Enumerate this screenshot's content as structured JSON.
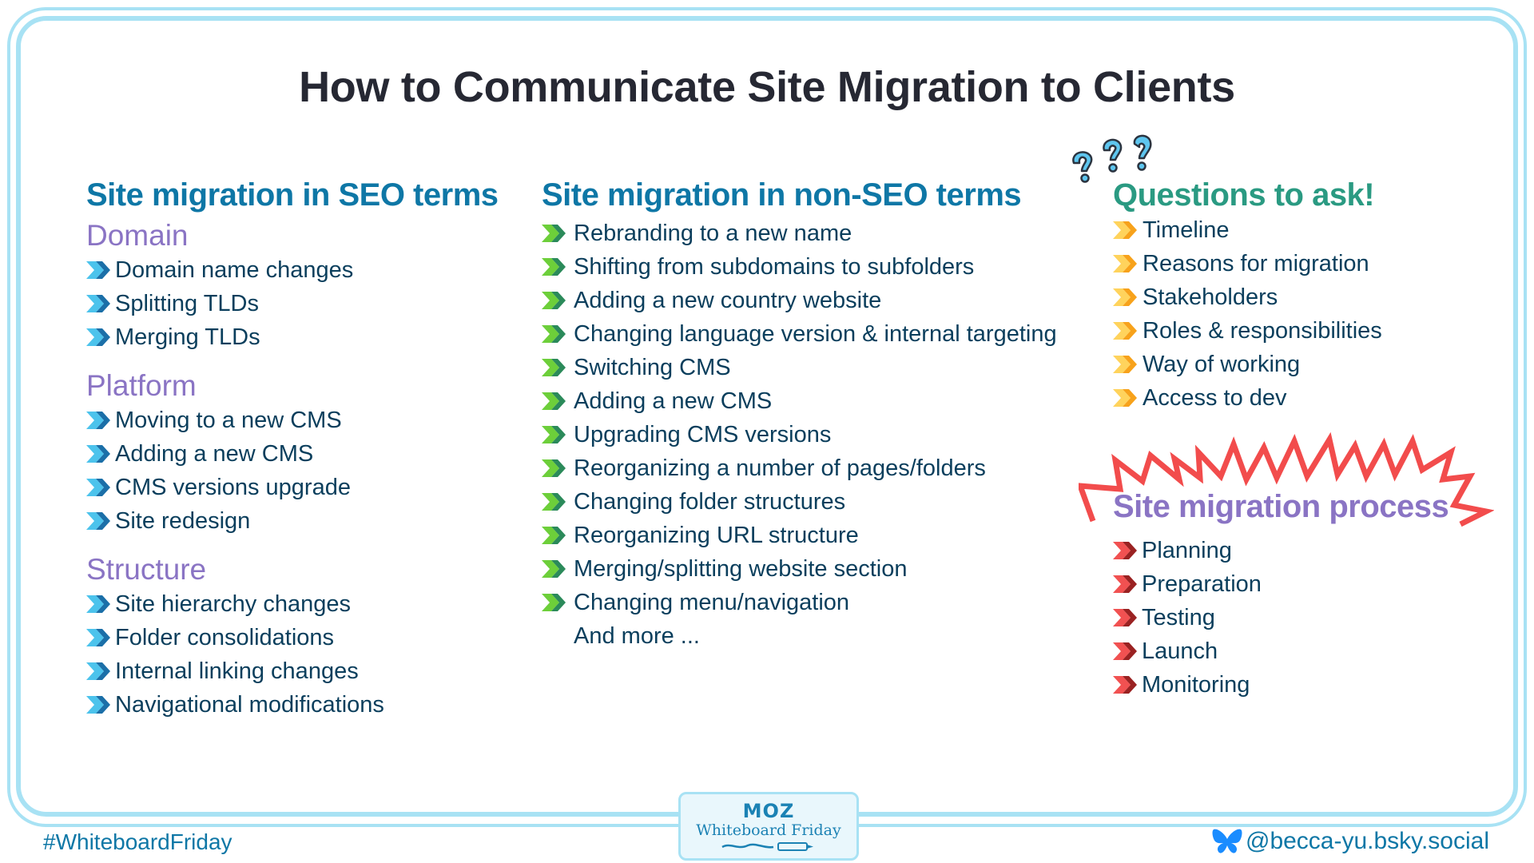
{
  "title": "How to Communicate Site Migration to Clients",
  "colors": {
    "frame": "#a8e2f4",
    "title": "#262833",
    "heading_blue": "#0e77a6",
    "heading_green": "#2a9a82",
    "subhead_purple": "#8a74c4",
    "item_text": "#0a3e5c",
    "chevron_blue": [
      "#4cc3ec",
      "#1b6fa8"
    ],
    "chevron_green": [
      "#6dcf3a",
      "#2b8a5a"
    ],
    "chevron_yellow": [
      "#ffd35c",
      "#f7a21b"
    ],
    "chevron_red": [
      "#f15151",
      "#9a2222"
    ],
    "burst_red": "#f24c4c"
  },
  "seo_terms": {
    "heading": "Site migration in SEO terms",
    "groups": [
      {
        "label": "Domain",
        "items": [
          "Domain name changes",
          "Splitting TLDs",
          "Merging TLDs"
        ]
      },
      {
        "label": "Platform",
        "items": [
          "Moving to a new CMS",
          "Adding a new CMS",
          "CMS versions upgrade",
          "Site redesign"
        ]
      },
      {
        "label": "Structure",
        "items": [
          "Site hierarchy changes",
          "Folder consolidations",
          "Internal linking changes",
          "Navigational modifications"
        ]
      }
    ]
  },
  "non_seo_terms": {
    "heading": "Site migration in non-SEO terms",
    "items": [
      "Rebranding to a new name",
      "Shifting from subdomains to subfolders",
      "Adding a new country website",
      "Changing language version & internal targeting",
      "Switching CMS",
      "Adding a new CMS",
      "Upgrading CMS versions",
      "Reorganizing a number of pages/folders",
      "Changing folder structures",
      "Reorganizing URL structure",
      "Merging/splitting website section",
      "Changing menu/navigation"
    ],
    "more": "And more ..."
  },
  "questions": {
    "heading": "Questions to ask!",
    "icon": "question-marks-icon",
    "items": [
      "Timeline",
      "Reasons for migration",
      "Stakeholders",
      "Roles & responsibilities",
      "Way of working",
      "Access to dev"
    ]
  },
  "process": {
    "heading": "Site migration process",
    "icon": "burst-icon",
    "items": [
      "Planning",
      "Preparation",
      "Testing",
      "Launch",
      "Monitoring"
    ]
  },
  "footer": {
    "hashtag": "#WhiteboardFriday",
    "handle": "@becca-yu.bsky.social",
    "handle_icon": "bluesky-butterfly-icon",
    "badge_logo": "MOZ",
    "badge_text": "Whiteboard Friday"
  }
}
